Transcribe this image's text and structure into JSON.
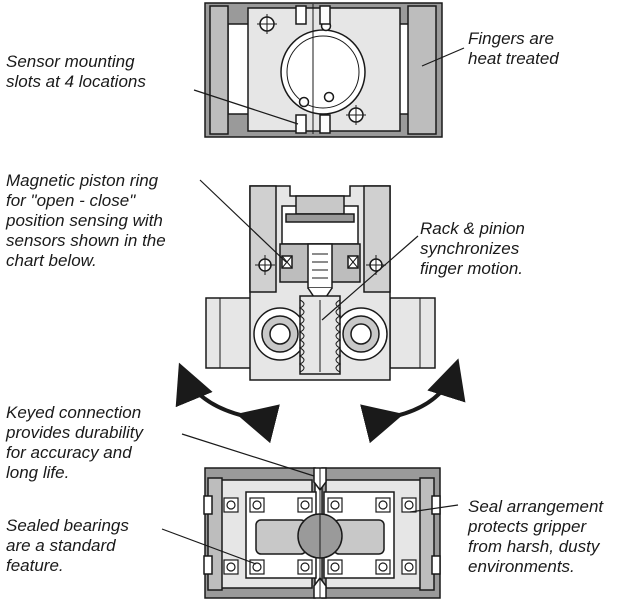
{
  "callouts": {
    "sensor_slots": [
      "Sensor mounting",
      "slots at 4 locations"
    ],
    "fingers": [
      "Fingers are",
      "heat treated"
    ],
    "piston_ring": [
      "Magnetic piston ring",
      "for \"open - close\"",
      "position sensing with",
      "sensors shown in the",
      "chart below."
    ],
    "rack_pinion": [
      "Rack & pinion",
      "synchronizes",
      "finger motion."
    ],
    "keyed": [
      "Keyed connection",
      "provides durability",
      "for accuracy and",
      "long life."
    ],
    "bearings": [
      "Sealed bearings",
      "are a standard",
      "feature."
    ],
    "seal": [
      "Seal arrangement",
      "protects gripper",
      "from harsh, dusty",
      "environments."
    ]
  },
  "colors": {
    "outline": "#1a1a1a",
    "body_fill": "#e6e6e6",
    "dark_fill": "#9a9a9a",
    "mid_fill": "#c8c8c8",
    "white": "#ffffff"
  }
}
